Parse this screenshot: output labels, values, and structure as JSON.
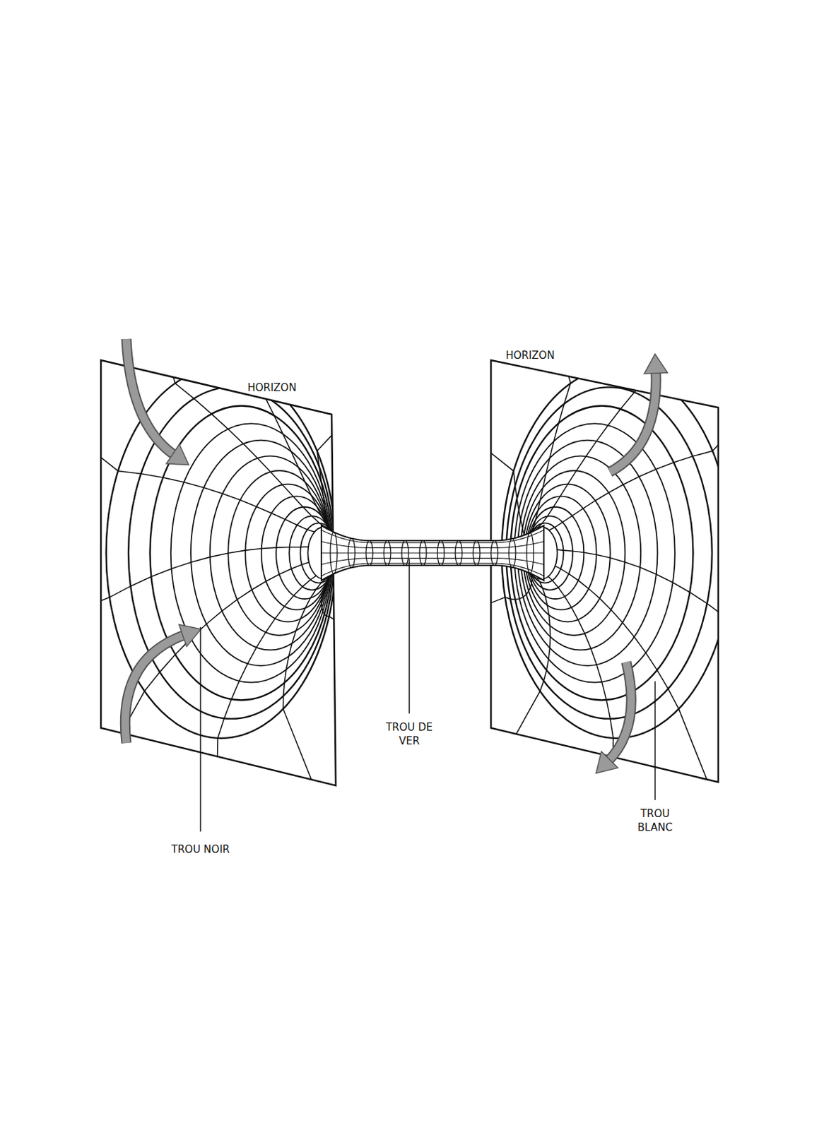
{
  "diagram": {
    "labels": [
      "HORIZON",
      "HORIZON",
      "TROU NOIR",
      "TROU DE VER",
      "TROU BLANC"
    ]
  }
}
